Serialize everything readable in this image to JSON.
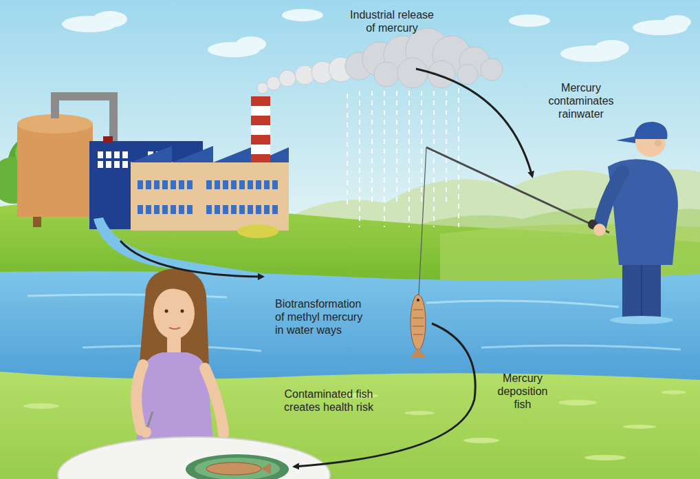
{
  "diagram": {
    "labels": [
      "Industrial release of mercury",
      "Mercury contaminates rainwater",
      "Biotransformation of methyl mercury in water ways",
      "Mercury deposition fish",
      "Contaminated fish creates health risk"
    ]
  }
}
